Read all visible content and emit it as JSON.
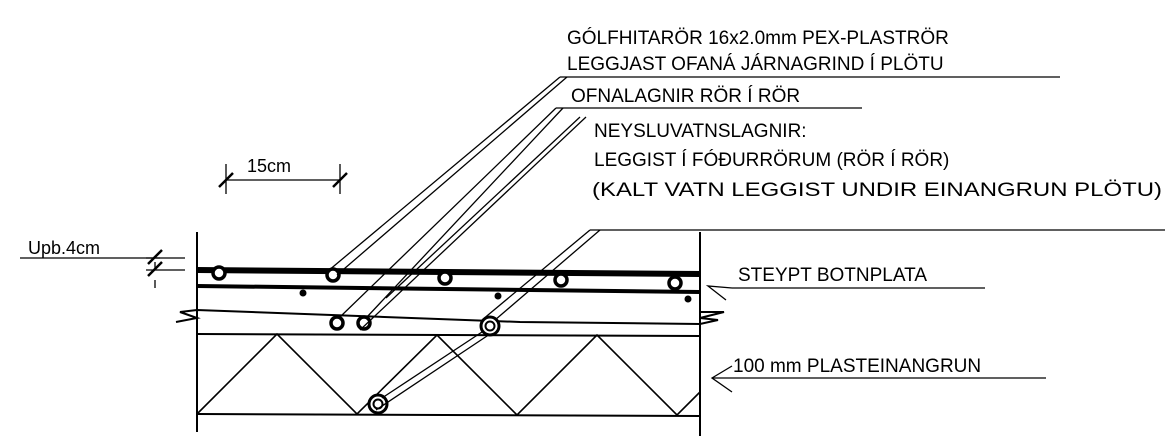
{
  "labels": {
    "floor_heating_line1": "GÓLFHITARÖR 16x2.0mm PEX-PLASTRÖR",
    "floor_heating_line2": "LEGGJAST OFANÁ JÁRNAGRIND Í PLÖTU",
    "radiator_pipes": "OFNALAGNIR RÖR Í RÖR",
    "domestic_water_line1": "NEYSLUVATNSLAGNIR:",
    "domestic_water_line2": "LEGGIST Í FÓÐURRÖRUM (RÖR Í RÖR)",
    "domestic_water_line3": "(KALT VATN LEGGIST UNDIR EINANGRUN PLÖTU)",
    "cast_slab": "STEYPT BOTNPLATA",
    "insulation": "100 mm PLASTEINANGRUN",
    "dim_spacing": "15cm",
    "dim_depth": "Upb.4cm"
  }
}
